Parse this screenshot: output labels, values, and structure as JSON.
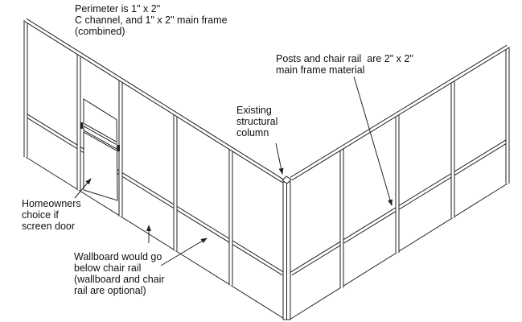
{
  "labels": {
    "perimeter": "Perimeter is 1\" x 2\"\nC channel, and 1\" x 2\" main frame\n(combined)",
    "posts": "Posts and chair rail  are 2\" x 2\"\nmain frame material",
    "column": "Existing\nstructural\ncolumn",
    "door": "Homeowners\nchoice if\nscreen door",
    "wallboard": "Wallboard would go\nbelow chair rail\n(wallboard and chair\nrail are optional)"
  },
  "colors": {
    "line": "#222222",
    "background": "#ffffff"
  }
}
